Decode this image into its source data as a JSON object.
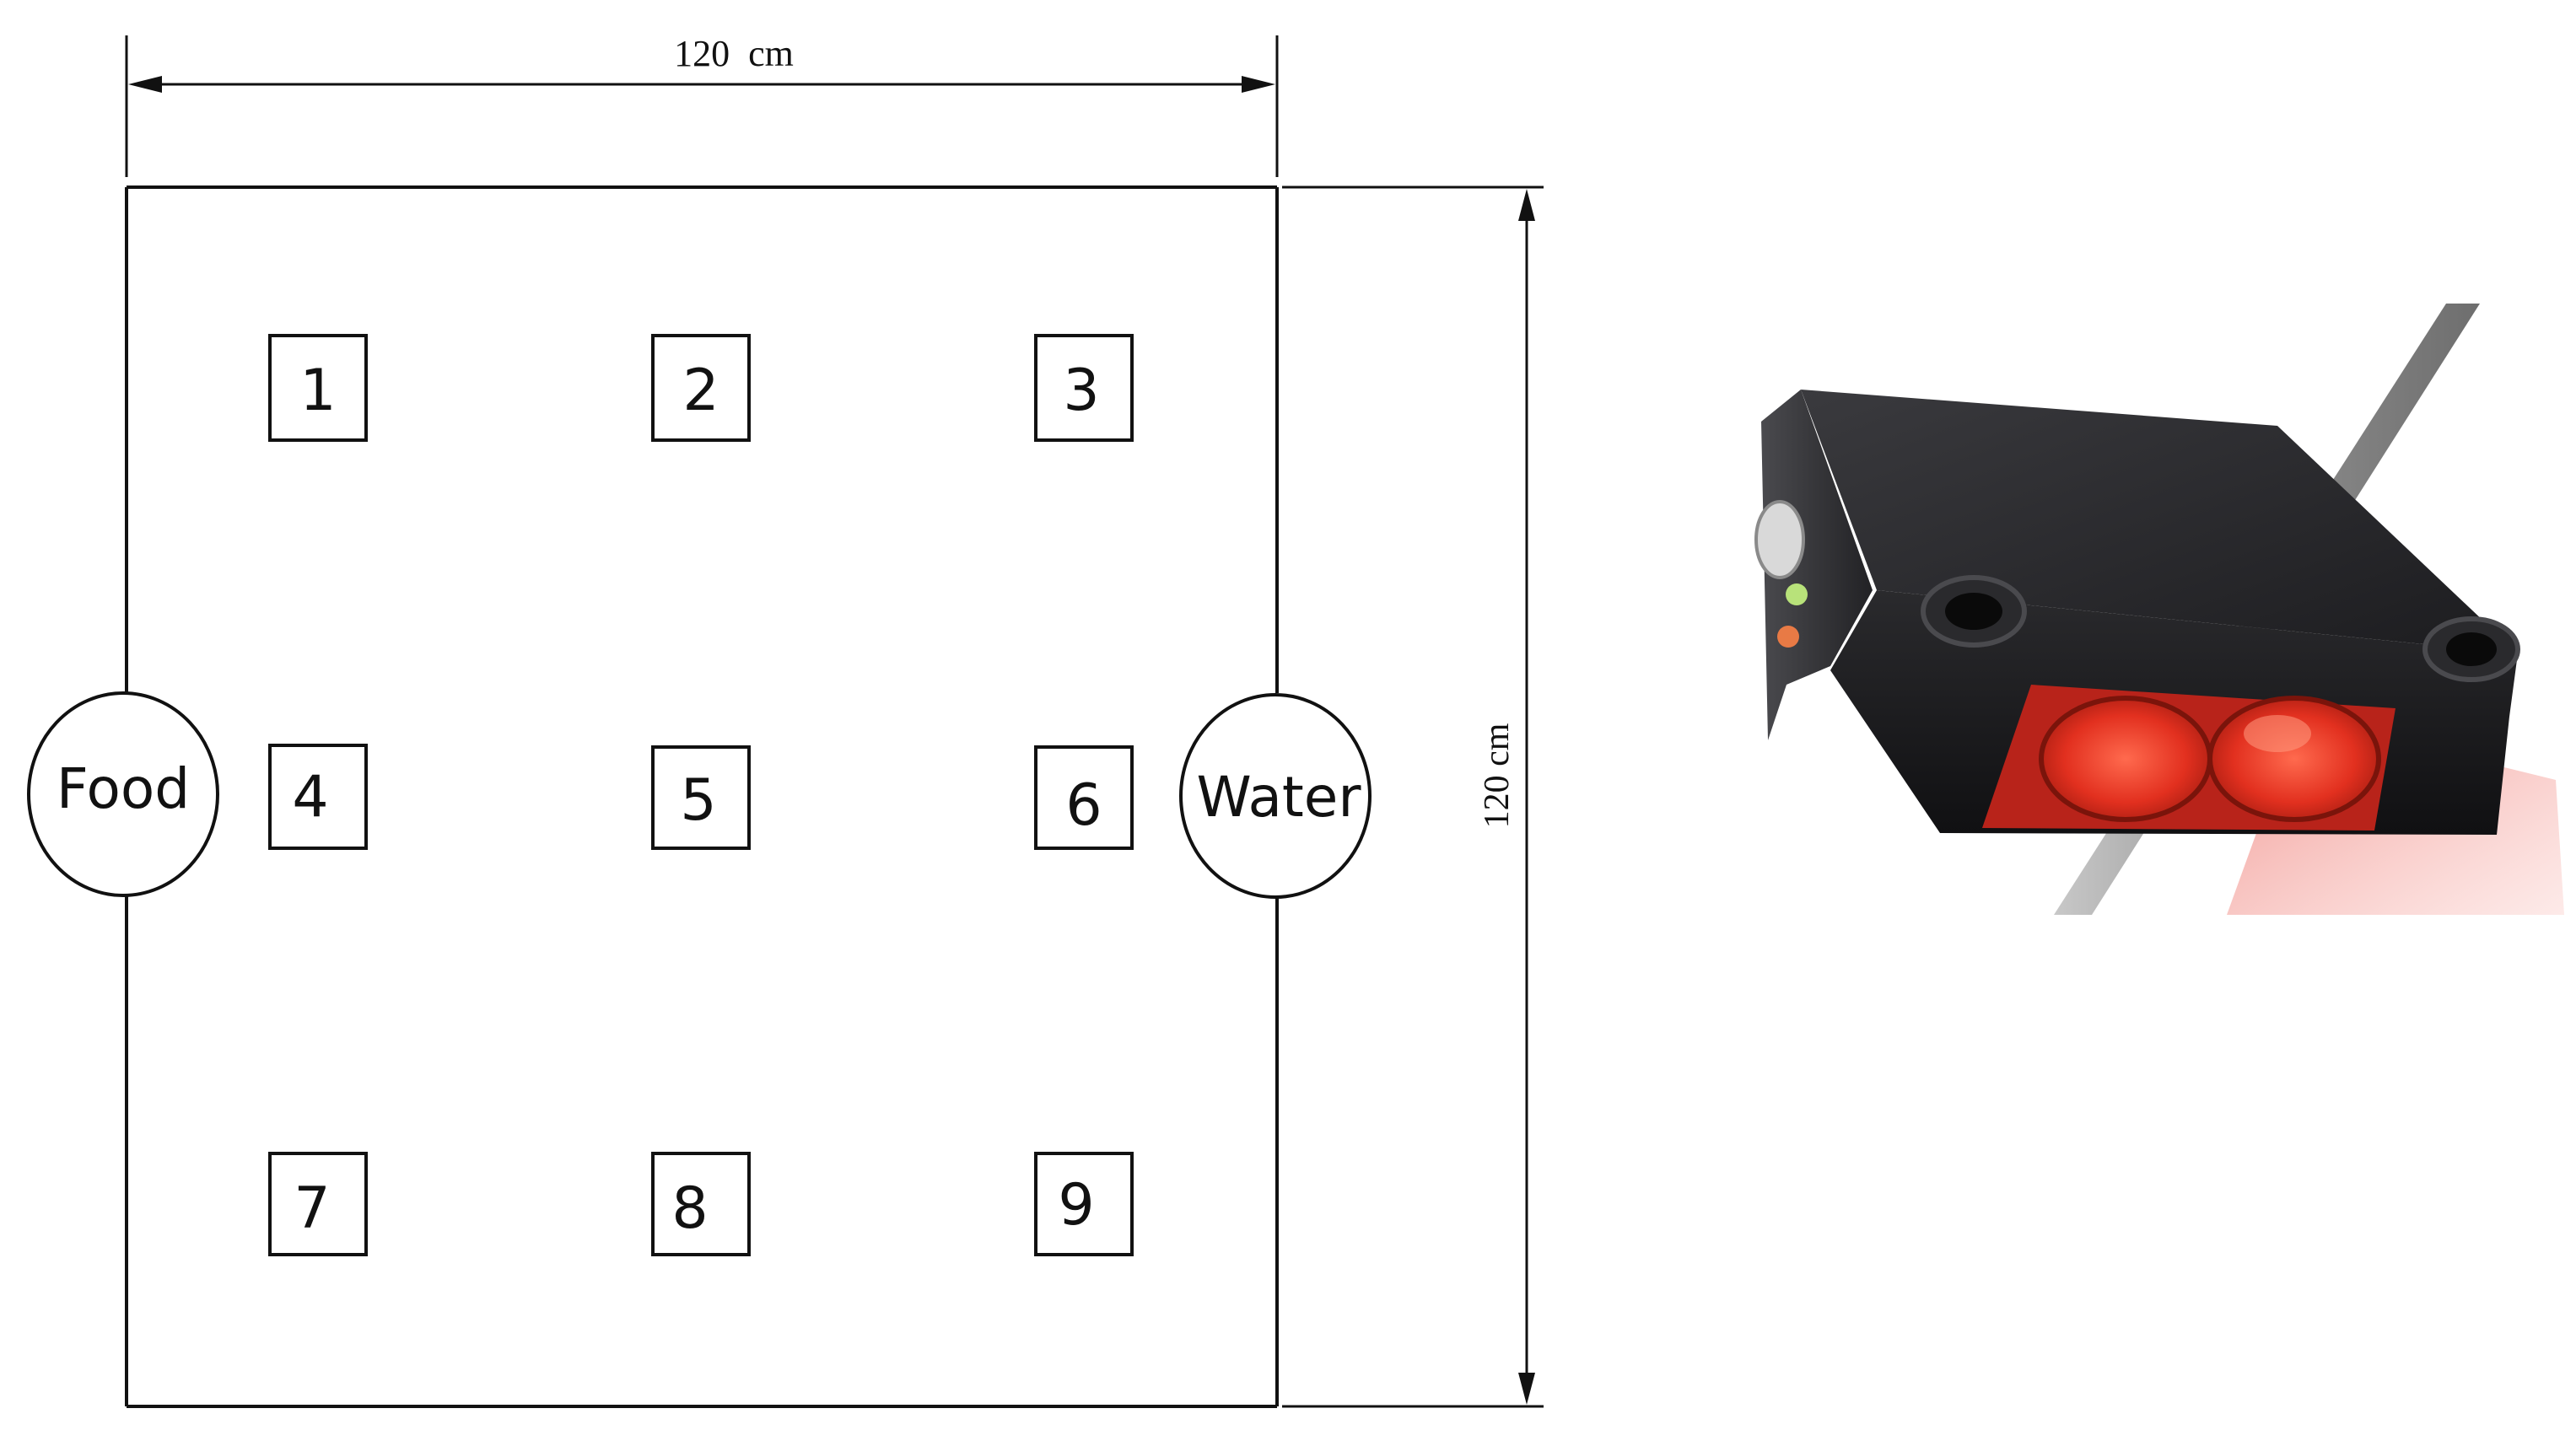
{
  "layout_diagram": {
    "width_dimension": "120  cm",
    "height_dimension": "120 cm",
    "food_label": "Food",
    "water_label": "Water",
    "positions": [
      "1",
      "2",
      "3",
      "4",
      "5",
      "6",
      "7",
      "8",
      "9"
    ]
  },
  "sensor_photo": {
    "icon": "photoelectric-sensor-illustration",
    "colors": {
      "body": "#1f1f22",
      "lens": "#e2301f",
      "beam": "#f3b1ad",
      "rod": "#9a9a9a"
    }
  }
}
